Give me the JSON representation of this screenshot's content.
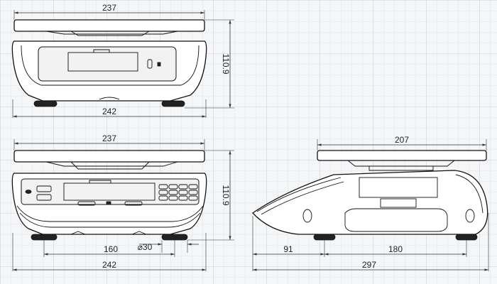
{
  "diagram": {
    "top_view": {
      "width_label": "237",
      "height_label": "110.9",
      "base_width_label": "242"
    },
    "front_view": {
      "width_label": "237",
      "height_label": "110.9",
      "foot_spacing_label": "160",
      "foot_diameter_label": "⌀30",
      "base_width_label": "242"
    },
    "side_view": {
      "platter_width_label": "207",
      "front_offset_label": "91",
      "foot_spacing_label": "180",
      "total_depth_label": "297"
    }
  }
}
